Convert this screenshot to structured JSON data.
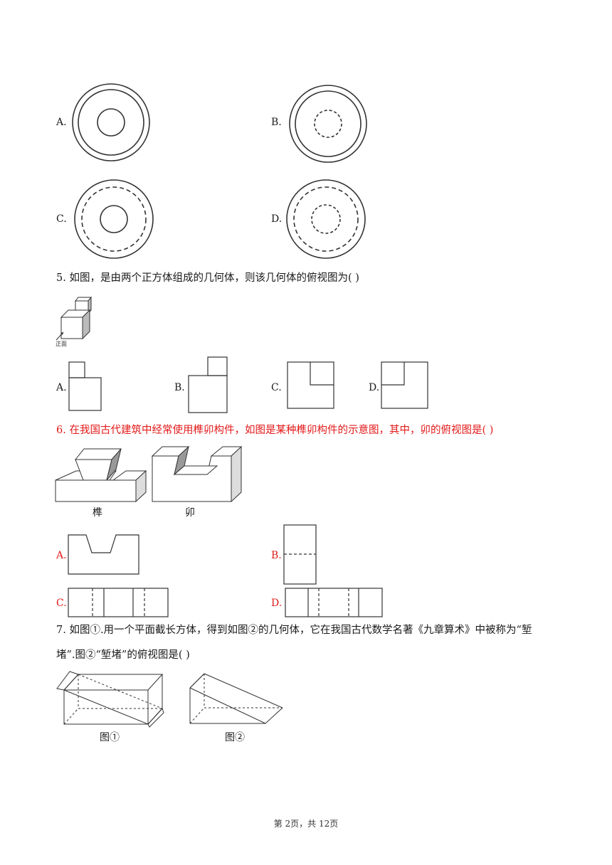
{
  "q4": {
    "options": [
      {
        "label": "A."
      },
      {
        "label": "B."
      },
      {
        "label": "C."
      },
      {
        "label": "D."
      }
    ]
  },
  "q5": {
    "text": "5. 如图，是由两个正方体组成的几何体，则该几何体的俯视图为(    )",
    "figure_label": "正面",
    "options": [
      {
        "label": "A."
      },
      {
        "label": "B."
      },
      {
        "label": "C."
      },
      {
        "label": "D."
      }
    ]
  },
  "q6": {
    "text": "6. 在我国古代建筑中经常使用榫卯构件，如图是某种榫卯构件的示意图，其中，卯的俯视图是(    )",
    "caption_tenon": "榫",
    "caption_mortise": "卯",
    "text_color": "#e31a1a",
    "options": [
      {
        "label": "A."
      },
      {
        "label": "B."
      },
      {
        "label": "C."
      },
      {
        "label": "D."
      }
    ]
  },
  "q7": {
    "line1": "7. 如图①.用一个平面截长方体，得到如图②的几何体，它在我国古代数学名著《九章算术》中被称为“堑",
    "line2": "堵”.图②“堑堵”的俯视图是(    )",
    "caption_fig1": "图①",
    "caption_fig2": "图②"
  },
  "footer": {
    "page": "第 2页，共 12页"
  }
}
